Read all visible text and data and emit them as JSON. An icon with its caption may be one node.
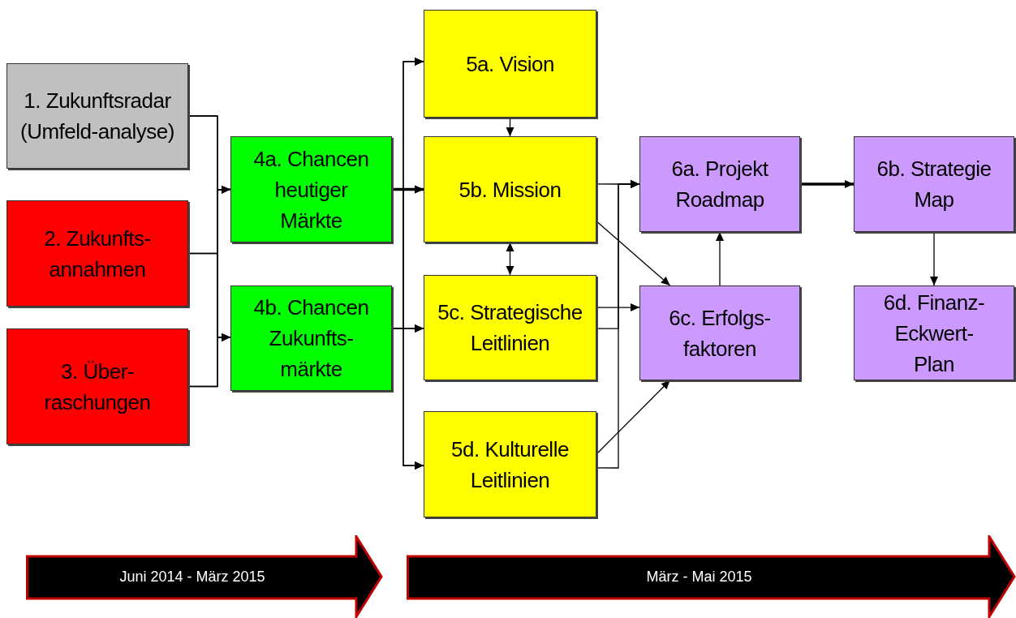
{
  "diagram": {
    "nodes": [
      {
        "text": [
          "1. Zukunftsradar (Umfeld-analyse)"
        ]
      },
      {
        "text": [
          "2. Zukunfts-annahmen"
        ]
      },
      {
        "text": [
          "3. Über-raschungen"
        ]
      },
      {
        "text": [
          "4a. Chancen heutiger Märkte"
        ]
      },
      {
        "text": [
          "4b. Chancen Zukunfts-märkte"
        ]
      },
      {
        "text": [
          "5a. Vision"
        ]
      },
      {
        "text": [
          "5b. Mission"
        ]
      },
      {
        "text": [
          "5c. Strategische Leitlinien"
        ]
      },
      {
        "text": [
          "5d. Kulturelle Leitlinien"
        ]
      },
      {
        "text": [
          "6a. Projekt Roadmap"
        ]
      },
      {
        "text": [
          "6b. Strategie Map"
        ]
      },
      {
        "text": [
          "6c. Erfolgs-faktoren"
        ]
      },
      {
        "text": [
          "6d. Finanz-Eckwert-Plan"
        ]
      },
      {
        "text": [
          "Juni 2014 - März 2015"
        ]
      },
      {
        "text": [
          "März - Mai 2015"
        ]
      }
    ],
    "edges": [
      {
        "from": 0,
        "to": 3,
        "arrow": "to"
      },
      {
        "from": 0,
        "to": 4,
        "arrow": "to"
      },
      {
        "from": 1,
        "to": 3,
        "arrow": "to"
      },
      {
        "from": 1,
        "to": 4,
        "arrow": "to"
      },
      {
        "from": 2,
        "to": 3,
        "arrow": "to"
      },
      {
        "from": 2,
        "to": 4,
        "arrow": "to"
      },
      {
        "from": 3,
        "to": 5,
        "arrow": "to"
      },
      {
        "from": 3,
        "to": 6,
        "arrow": "to",
        "style": "thick"
      },
      {
        "from": 3,
        "to": 7,
        "arrow": "to"
      },
      {
        "from": 3,
        "to": 8,
        "arrow": "to"
      },
      {
        "from": 4,
        "to": 5,
        "arrow": "to"
      },
      {
        "from": 4,
        "to": 6,
        "arrow": "to"
      },
      {
        "from": 4,
        "to": 7,
        "arrow": "to"
      },
      {
        "from": 4,
        "to": 8,
        "arrow": "to"
      },
      {
        "from": 5,
        "to": 6,
        "arrow": "to"
      },
      {
        "from": 6,
        "to": 7,
        "arrow": "both"
      },
      {
        "from": 6,
        "to": 9,
        "arrow": "to"
      },
      {
        "from": 6,
        "to": 11,
        "arrow": "to"
      },
      {
        "from": 7,
        "to": 11,
        "arrow": "to"
      },
      {
        "from": 7,
        "to": 9,
        "arrow": "to"
      },
      {
        "from": 8,
        "to": 9,
        "arrow": "to"
      },
      {
        "from": 8,
        "to": 11,
        "arrow": "to"
      },
      {
        "from": 11,
        "to": 9,
        "arrow": "to"
      },
      {
        "from": 9,
        "to": 10,
        "arrow": "to",
        "style": "thick"
      },
      {
        "from": 10,
        "to": 12,
        "arrow": "to"
      }
    ]
  }
}
